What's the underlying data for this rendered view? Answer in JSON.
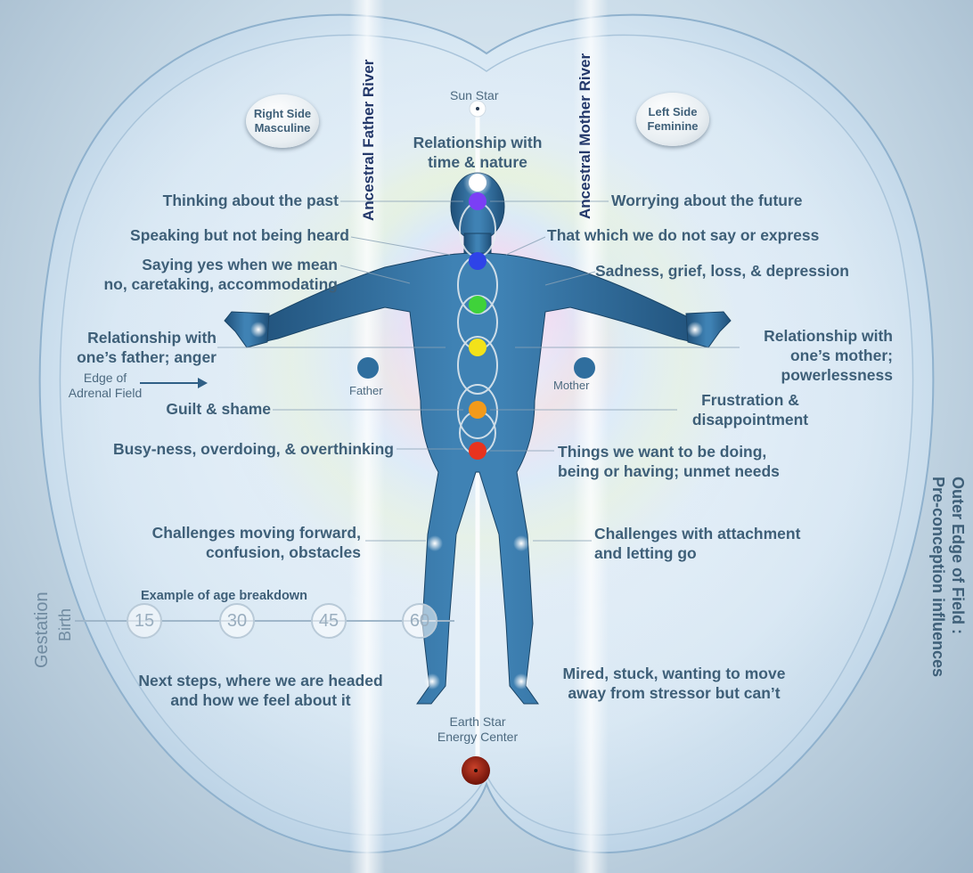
{
  "diagram": {
    "sun_star": "Sun Star",
    "earth_star": [
      "Earth Star",
      "Energy Center"
    ],
    "right_side_badge": [
      "Right Side",
      "Masculine"
    ],
    "left_side_badge": [
      "Left Side",
      "Feminine"
    ],
    "ancestral_father_river": "Ancestral Father River",
    "ancestral_mother_river": "Ancestral Mother River",
    "outer_edge": [
      "Outer Edge of Field :",
      "Pre-conception influences"
    ],
    "father_label": "Father",
    "mother_label": "Mother",
    "edge_of_adrenal_field": [
      "Edge of",
      "Adrenal Field"
    ],
    "gestation": "Gestation",
    "birth": "Birth",
    "age_breakdown_title": "Example of age breakdown",
    "ages": [
      "15",
      "30",
      "45",
      "60"
    ],
    "left_labels": {
      "past": "Thinking about the past",
      "speaking": "Speaking but not being heard",
      "saying_yes": [
        "Saying yes when we mean",
        "no, caretaking, accommodating"
      ],
      "father": [
        "Relationship with",
        "one’s father; anger"
      ],
      "guilt": "Guilt & shame",
      "busyness": "Busy-ness, overdoing, & overthinking",
      "challenges_forward": [
        "Challenges moving forward,",
        "confusion, obstacles"
      ],
      "next_steps": [
        "Next steps, where we are headed",
        "and how we feel about it"
      ]
    },
    "center_label": [
      "Relationship with",
      "time & nature"
    ],
    "right_labels": {
      "future": "Worrying about the future",
      "unsaid": "That which we do not say or express",
      "sadness": "Sadness, grief, loss, & depression",
      "mother": [
        "Relationship with",
        "one’s mother;",
        "powerlessness"
      ],
      "frustration": [
        "Frustration &",
        "disappointment"
      ],
      "things_want": [
        "Things we want to be doing,",
        "being or having; unmet needs"
      ],
      "attachment": [
        "Challenges with attachment",
        "and letting go"
      ],
      "mired": [
        "Mired, stuck, wanting to move",
        "away from stressor but can’t"
      ]
    },
    "chakra_colors": [
      "#ffffff",
      "#7b3ff5",
      "#2e43e8",
      "#3fd23a",
      "#f2e21a",
      "#f29a1a",
      "#e8331e"
    ],
    "colors": {
      "label_text": "#3e5f78",
      "river_text": "#23386a",
      "body": "#2f6e9e",
      "earth_star": "#8e1a0d"
    }
  }
}
